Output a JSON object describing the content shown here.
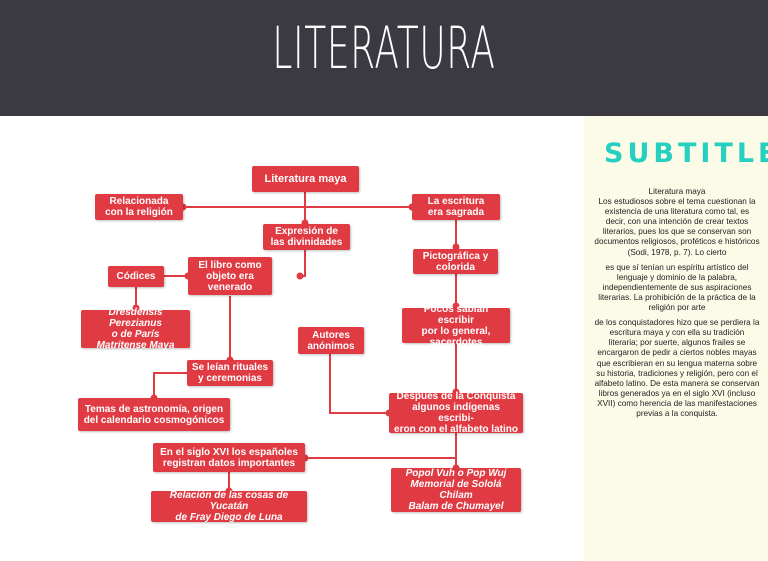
{
  "header": {
    "title": "LITERATURA"
  },
  "close_button": {
    "glyph": "✕"
  },
  "colors": {
    "header_bg": "#3b3a42",
    "node_red": "#e03a43",
    "subtitle_teal": "#26d0c0",
    "sidebar_bg": "#fbfbe8"
  },
  "diagram": {
    "nodes": {
      "literatura_maya": "Literatura maya",
      "relacionada_religion": "Relacionada\ncon la religión",
      "escritura_sagrada": "La escritura\nera sagrada",
      "expresion_divinidades": "Expresión de\nlas divinidades",
      "libro_objeto": "El libro como\nobjeto era\nvenerado",
      "codices": "Códices",
      "dresdensis": "Dresdensis Perezianus\no de París\nMatritense Maya",
      "pictografica": "Pictográfica y\ncolorida",
      "pocos_sabian": "Pocos sabían escribir\npor lo general,\nsacerdotes",
      "autores": "Autores\nanónimos",
      "rituales": "Se leían rituales\ny ceremonias",
      "astronomia": "Temas de astronomía, origen\ndel calendario cosmogónicos",
      "despues_conquista": "Después de la Conquista\nalgunos indígenas escribi-\neron con el alfabeto latino",
      "siglo_xvi": "En el siglo XVI los españoles\nregistran datos importantes",
      "relacion_yucatan": "Relación de las cosas de Yucatán\nde Fray Diego de Luna",
      "popol_vuh": "Popol Vuh o Pop Wuj\nMemorial de Sololá Chilam\nBalam de Chumayel"
    }
  },
  "sidebar": {
    "subtitle": "SUBTITLE",
    "paragraph_1": "Literatura maya\nLos estudiosos sobre el tema cuestionan la existencia de una literatura como tal, es decir, con una intención de crear textos literarios, pues los que se conservan son documentos religiosos, proféticos e históricos (Sodi, 1978, p. 7). Lo cierto",
    "paragraph_2": "es que sí tenían un  espíritu artístico del lenguaje y dominio de la palabra, independientemente de sus aspiraciones literarias. La prohibición de la práctica de la religión por arte",
    "paragraph_3": "de los conquistadores hizo  que se perdiera la escritura maya y con ella su tradición literaria; por suerte, algunos frailes se encargaron de pedir a ciertos nobles mayas que escribieran en su lengua materna sobre su historia, tradiciones y religión, pero con el alfabeto latino. De esta manera se conservan libros generados ya en el siglo XVI (incluso XVII) como herencia de las manifestaciones previas a la conquista."
  }
}
